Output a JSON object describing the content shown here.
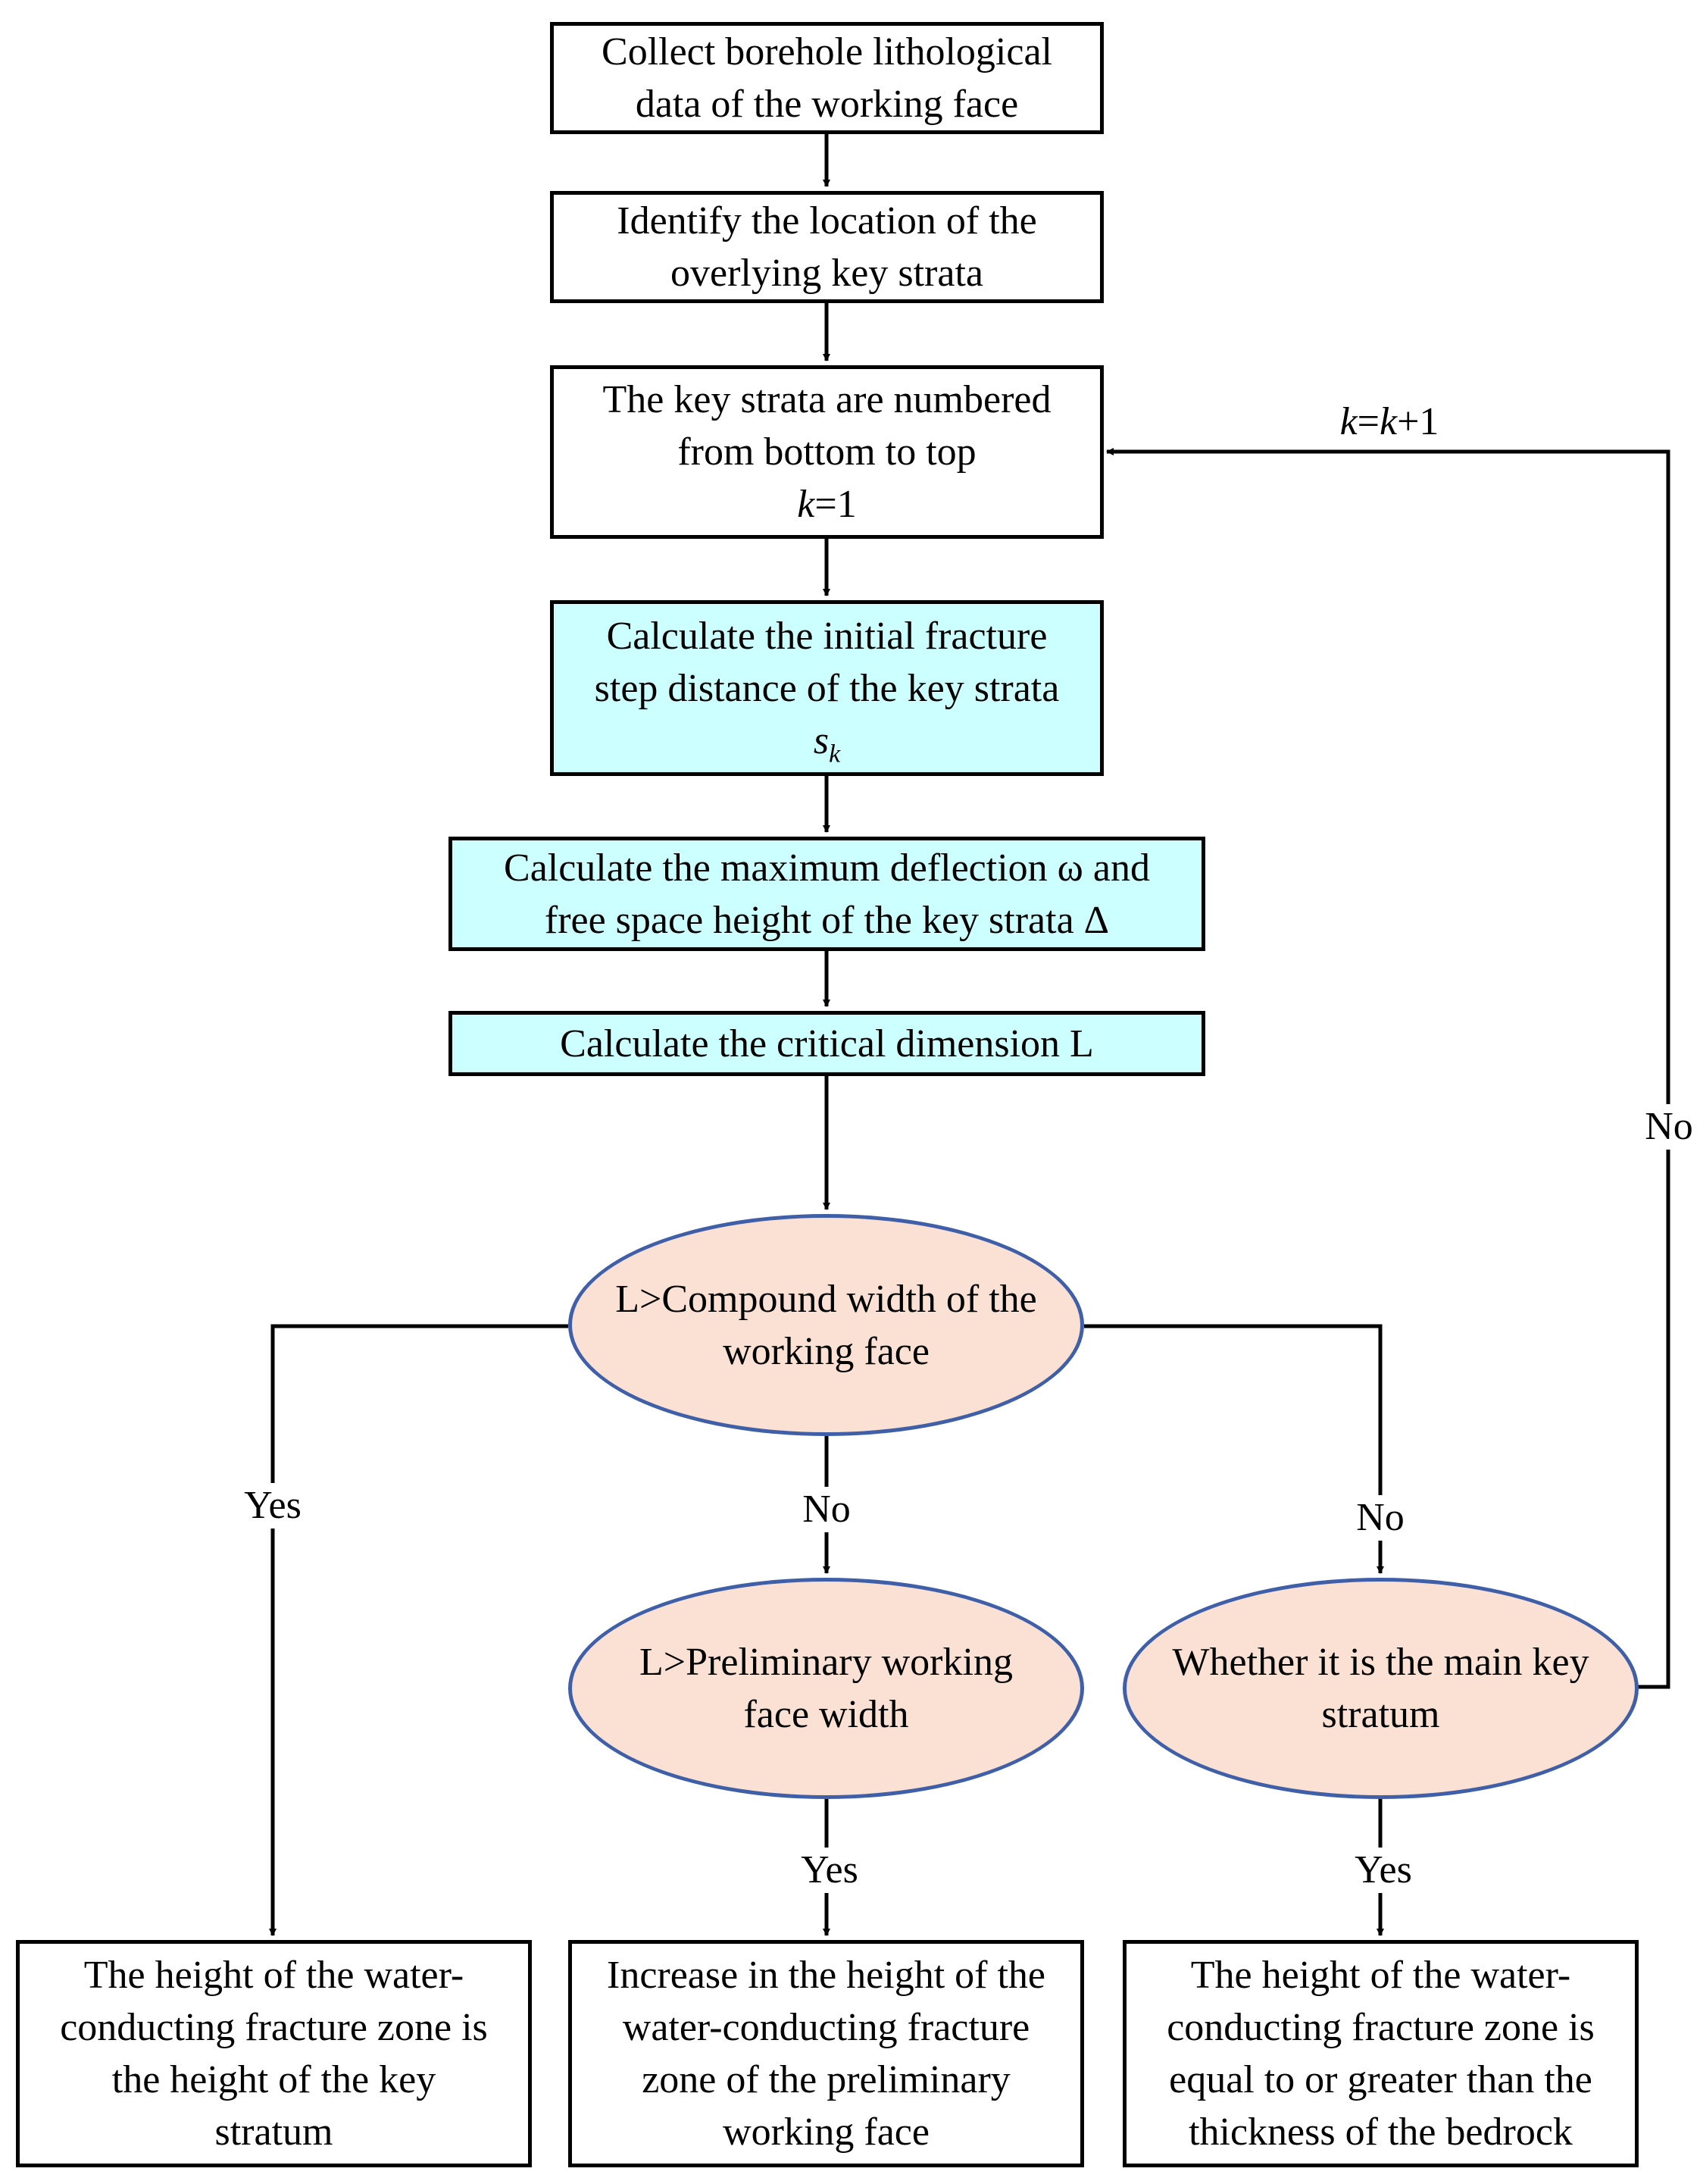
{
  "nodes": {
    "collect": [
      "Collect borehole lithological",
      "data of the working face"
    ],
    "identify": [
      "Identify the location of the",
      "overlying key strata"
    ],
    "number": [
      "The key strata are numbered",
      "from bottom to top"
    ],
    "number_var": "k",
    "number_eq": "=1",
    "fracture": [
      "Calculate the initial fracture",
      "step distance of the key strata"
    ],
    "fracture_var": "s",
    "fracture_sub": "k",
    "deflection": [
      "Calculate the maximum deflection ω and",
      "free space height of the key strata Δ"
    ],
    "critical": "Calculate the critical dimension L",
    "compound": [
      "L>Compound width of the",
      "working face"
    ],
    "preliminary": [
      "L>Preliminary working",
      "face width"
    ],
    "main_key": [
      "Whether it is the main key",
      "stratum"
    ],
    "out_left": [
      "The height of the water-",
      "conducting fracture zone is",
      "the height of the key",
      "stratum"
    ],
    "out_mid": [
      "Increase in the height of the",
      "water-conducting fracture",
      "zone of the preliminary",
      "working face"
    ],
    "out_right": [
      "The height of the water-",
      "conducting fracture zone is",
      "equal to or greater than the",
      "thickness of the bedrock"
    ]
  },
  "edge_labels": {
    "loop_k1": "k",
    "loop_eq": "=",
    "loop_k2": "k",
    "loop_plus": "+1",
    "loop_no": "No",
    "yes_left": "Yes",
    "no_mid": "No",
    "no_right": "No",
    "yes_mid": "Yes",
    "yes_right": "Yes"
  },
  "colors": {
    "line": "#000000",
    "calc_fill": "#ccffff",
    "decision_fill": "#fbe1d3",
    "decision_border": "#3f5fa8"
  }
}
